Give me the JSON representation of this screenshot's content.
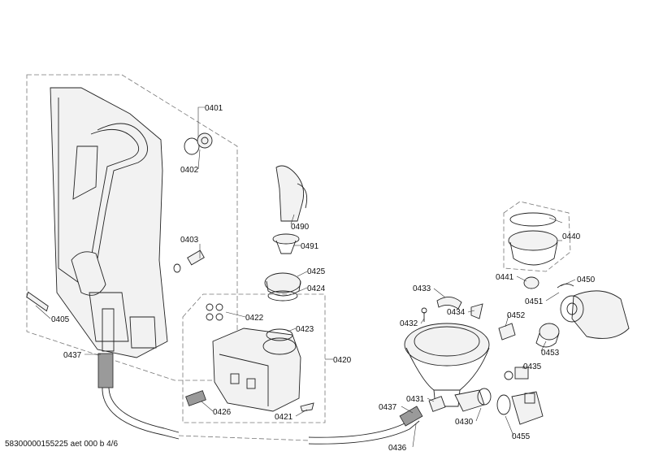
{
  "footer_text": "58300000155225 aet 000 b 4/6",
  "labels": {
    "p0401": "0401",
    "p0402": "0402",
    "p0403": "0403",
    "p0405": "0405",
    "p0437a": "0437",
    "p0490": "0490",
    "p0491": "0491",
    "p0425": "0425",
    "p0424": "0424",
    "p0422": "0422",
    "p0423": "0423",
    "p0420": "0420",
    "p0426": "0426",
    "p0421": "0421",
    "p0433": "0433",
    "p0434": "0434",
    "p0432": "0432",
    "p0431": "0431",
    "p0437b": "0437",
    "p0430": "0430",
    "p0436": "0436",
    "p0440": "0440",
    "p0441": "0441",
    "p0450": "0450",
    "p0451": "0451",
    "p0452": "0452",
    "p0453": "0453",
    "p0435": "0435",
    "p0455": "0455"
  }
}
